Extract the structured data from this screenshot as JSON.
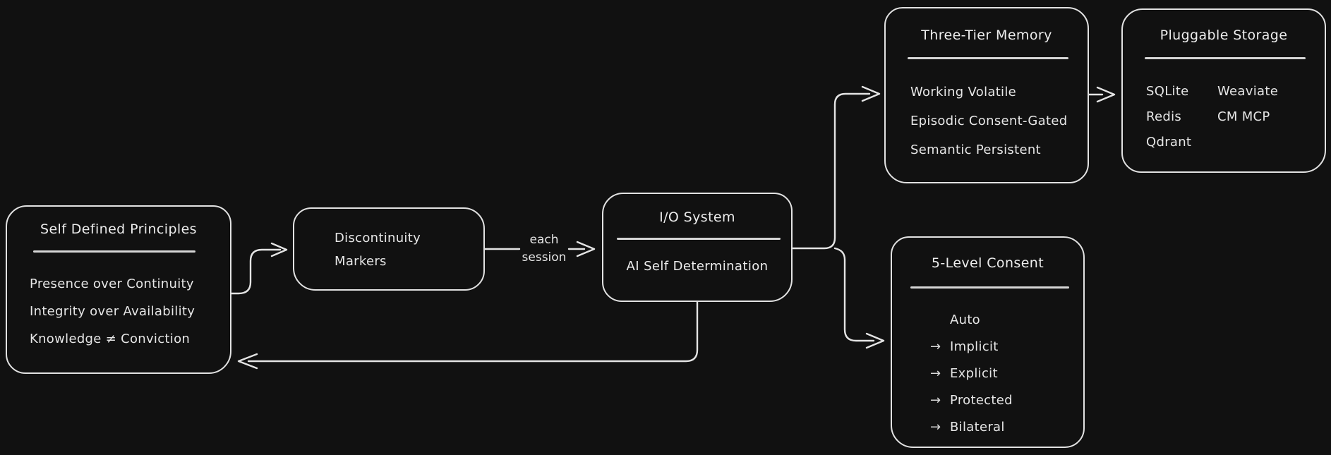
{
  "canvas": {
    "background_color": "#111111",
    "stroke_color": "#e4e4e4",
    "text_color": "#eaeaea"
  },
  "nodes": {
    "principles": {
      "title": "Self Defined Principles",
      "items": [
        "Presence over Continuity",
        "Integrity over Availability",
        "Knowledge ≠ Conviction"
      ]
    },
    "markers": {
      "lines": [
        "Discontinuity",
        "Markers"
      ]
    },
    "io": {
      "title": "I/O System",
      "subtitle": "AI Self Determination"
    },
    "memory": {
      "title": "Three-Tier Memory",
      "items": [
        "Working Volatile",
        "Episodic Consent-Gated",
        "Semantic Persistent"
      ]
    },
    "storage": {
      "title": "Pluggable Storage",
      "col1": [
        "SQLite",
        "Redis",
        "Qdrant"
      ],
      "col2": [
        "Weaviate",
        "CM MCP"
      ]
    },
    "consent": {
      "title": "5-Level Consent",
      "items": [
        {
          "prefix": "",
          "label": "Auto"
        },
        {
          "prefix": "→",
          "label": "Implicit"
        },
        {
          "prefix": "→",
          "label": "Explicit"
        },
        {
          "prefix": "→",
          "label": "Protected"
        },
        {
          "prefix": "→",
          "label": "Bilateral"
        }
      ]
    }
  },
  "edges": {
    "session_label": [
      "each",
      "session"
    ]
  }
}
